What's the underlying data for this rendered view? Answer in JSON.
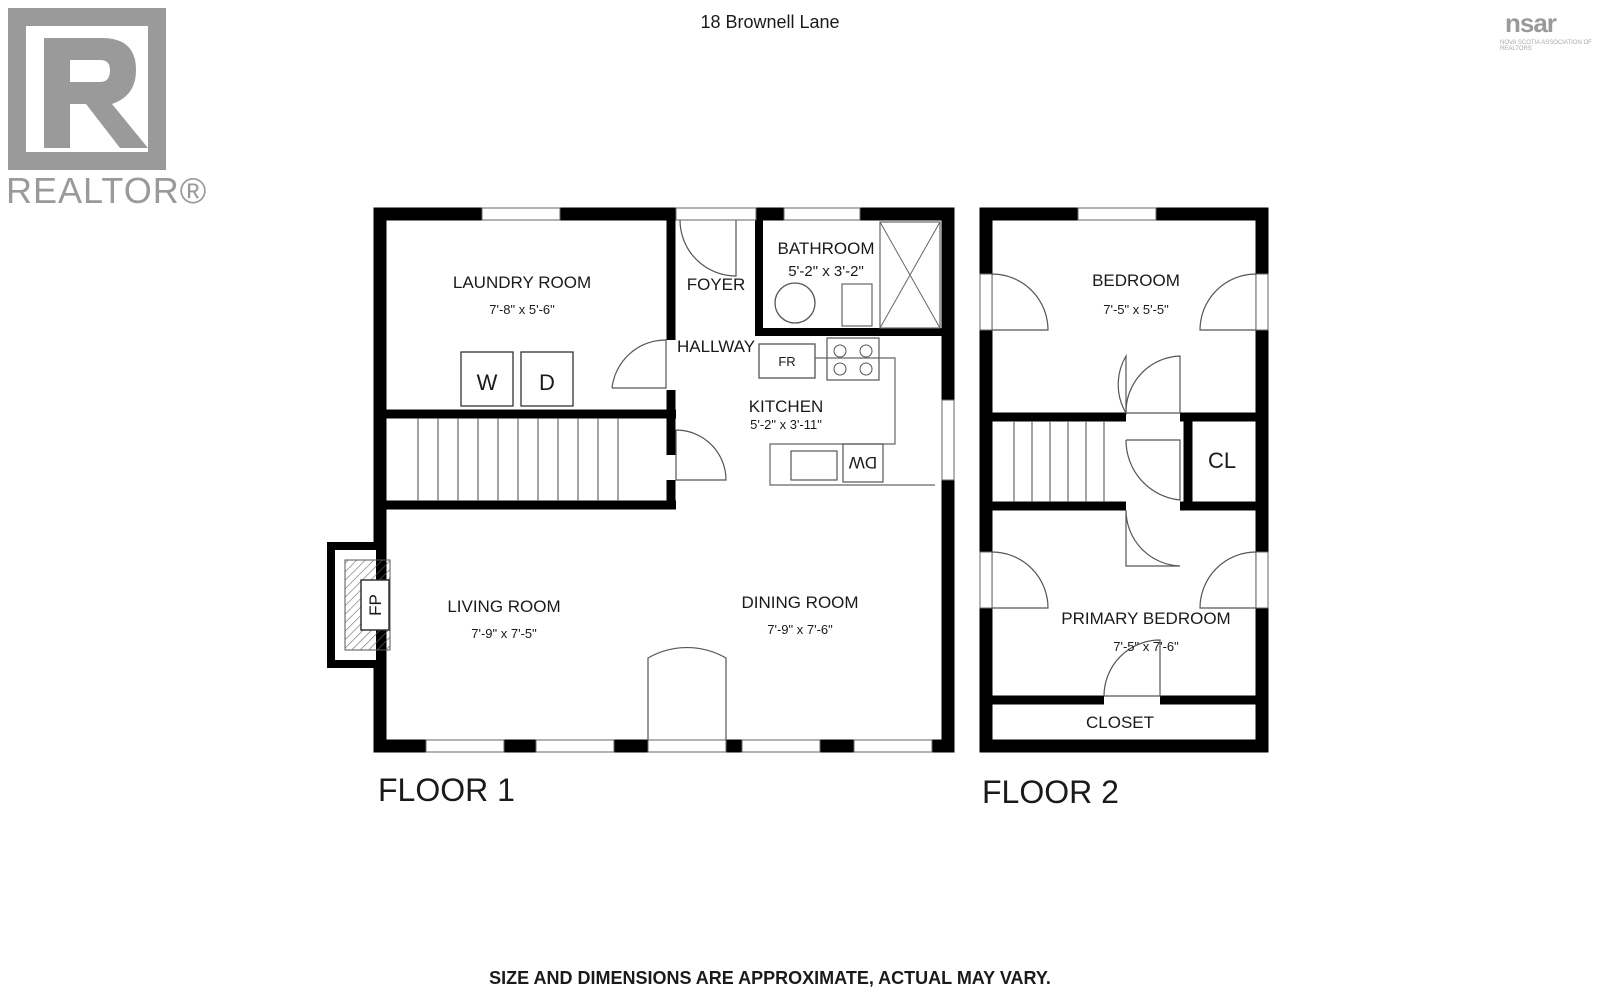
{
  "header": {
    "address": "18 Brownell Lane"
  },
  "logos": {
    "realtor_text": "REALTOR®",
    "nsar_text": "nsar",
    "nsar_sub": "NOVA SCOTIA ASSOCIATION OF REALTORS"
  },
  "floors": [
    {
      "label": "FLOOR 1",
      "rooms": [
        {
          "name": "LAUNDRY ROOM",
          "dims": "7'-8\" x 5'-6\""
        },
        {
          "name": "FOYER",
          "dims": ""
        },
        {
          "name": "BATHROOM",
          "dims": "5'-2\" x 3'-2\""
        },
        {
          "name": "HALLWAY",
          "dims": ""
        },
        {
          "name": "KITCHEN",
          "dims": "5'-2\" x 3'-11\""
        },
        {
          "name": "LIVING ROOM",
          "dims": "7'-9\" x 7'-5\""
        },
        {
          "name": "DINING ROOM",
          "dims": "7'-9\" x 7'-6\""
        }
      ],
      "fixtures": {
        "washer": "W",
        "dryer": "D",
        "fridge": "FR",
        "dishwasher": "DW",
        "fireplace": "FP"
      }
    },
    {
      "label": "FLOOR 2",
      "rooms": [
        {
          "name": "BEDROOM",
          "dims": "7'-5\" x 5'-5\""
        },
        {
          "name": "CL",
          "dims": ""
        },
        {
          "name": "PRIMARY BEDROOM",
          "dims": "7'-5\" x 7'-6\""
        },
        {
          "name": "CLOSET",
          "dims": ""
        }
      ]
    }
  ],
  "footer": {
    "disclaimer": "SIZE AND DIMENSIONS ARE APPROXIMATE, ACTUAL MAY VARY."
  }
}
